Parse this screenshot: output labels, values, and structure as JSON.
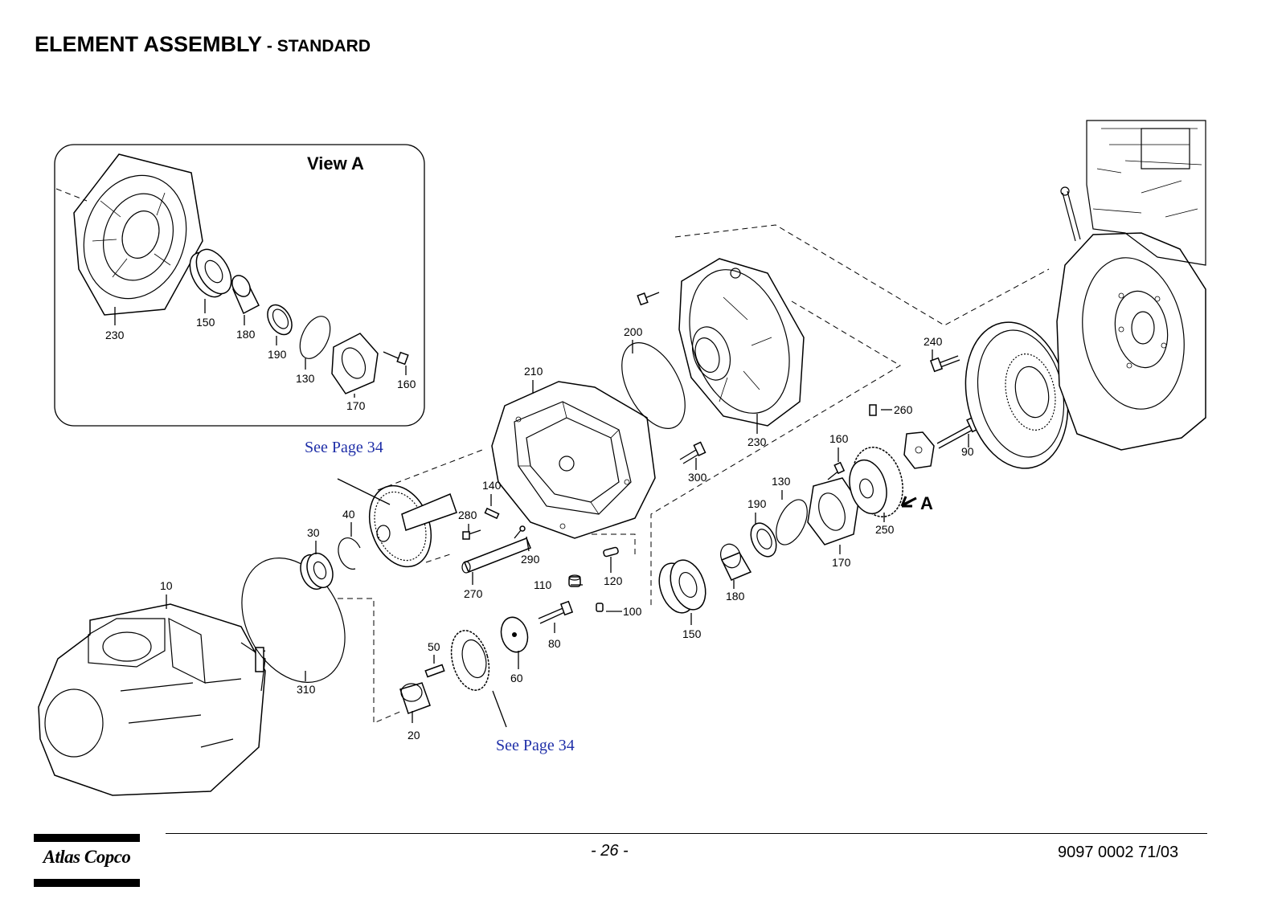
{
  "header": {
    "title_main": "ELEMENT ASSEMBLY",
    "title_sub": " - STANDARD"
  },
  "view_a": {
    "title": "View A",
    "labels": [
      "230",
      "150",
      "180",
      "190",
      "130",
      "170",
      "160"
    ]
  },
  "references": {
    "see_page_top": "See Page 34",
    "see_page_bottom": "See Page 34"
  },
  "callouts": [
    "10",
    "20",
    "30",
    "40",
    "50",
    "60",
    "80",
    "90",
    "100",
    "110",
    "120",
    "130",
    "140",
    "150",
    "160",
    "170",
    "180",
    "190",
    "200",
    "210",
    "230",
    "240",
    "250",
    "260",
    "270",
    "280",
    "290",
    "300",
    "310"
  ],
  "view_marker": "A",
  "footer": {
    "page_number": "- 26 -",
    "document_number": "9097 0002 71/03",
    "logo_text": "Atlas Copco"
  }
}
